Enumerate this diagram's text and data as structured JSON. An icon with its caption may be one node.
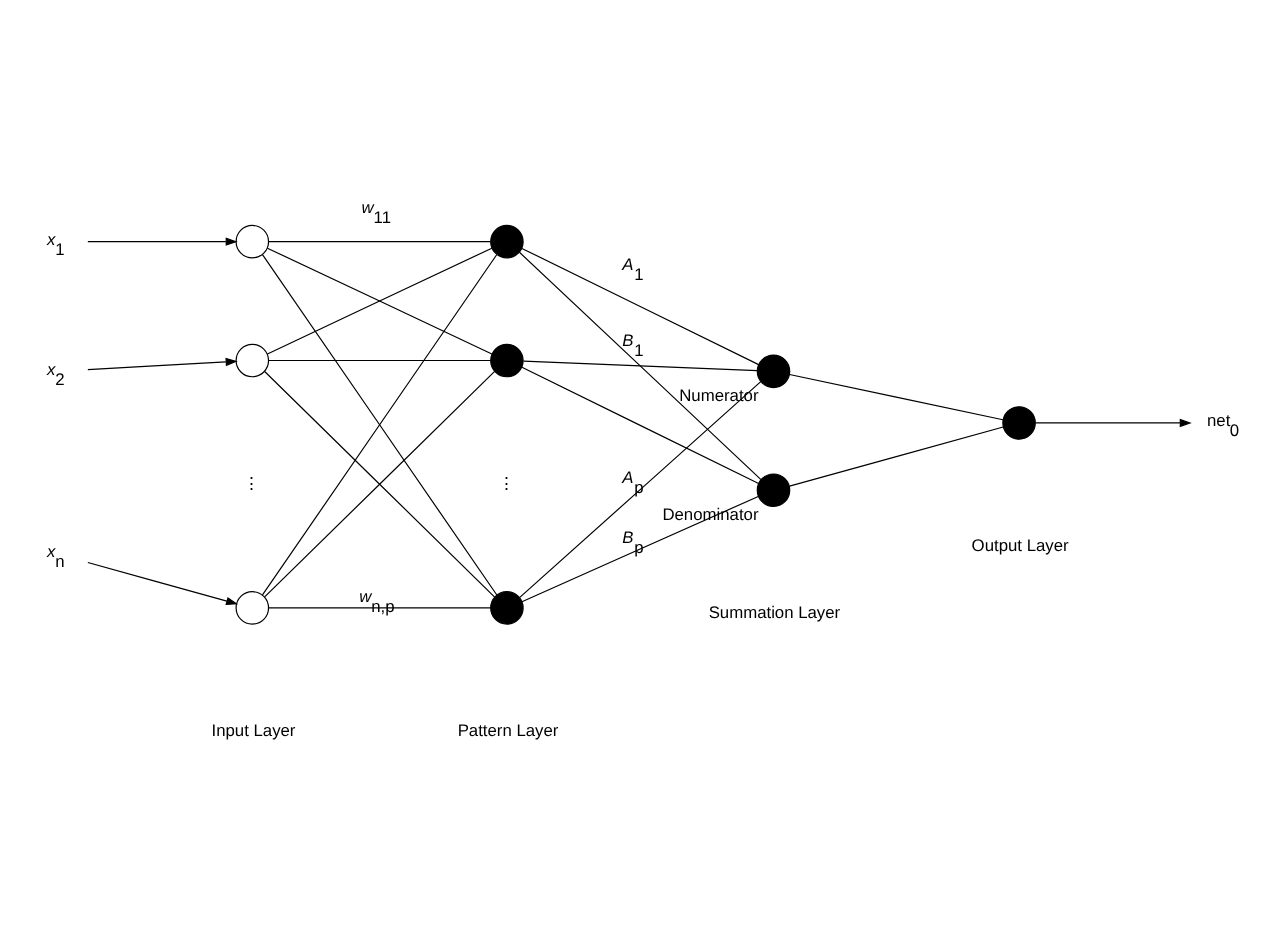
{
  "diagram": {
    "nodes": [
      {
        "text": [
          "*x*$_{1}$"
        ]
      },
      {
        "text": [
          "*x*$_{2}$"
        ]
      },
      {
        "text": [
          "*x*$_{n}$"
        ]
      },
      {
        "text": [],
        "shape": "circle"
      },
      {
        "text": [],
        "shape": "circle"
      },
      {
        "text": [],
        "shape": "circle"
      },
      {
        "text": [],
        "shape": "circle"
      },
      {
        "text": [],
        "shape": "circle"
      },
      {
        "text": [],
        "shape": "circle"
      },
      {
        "text": [],
        "shape": "circle",
        "beside": [
          "Numerator"
        ]
      },
      {
        "text": [],
        "shape": "circle",
        "beside": [
          "Denominator"
        ]
      },
      {
        "text": [],
        "shape": "circle"
      },
      {
        "text": [
          "net$_{0}$"
        ]
      }
    ],
    "edges": [
      {
        "from": 0,
        "to": 3,
        "arrow": "to"
      },
      {
        "from": 1,
        "to": 4,
        "arrow": "to"
      },
      {
        "from": 2,
        "to": 5,
        "arrow": "to"
      },
      {
        "from": 3,
        "to": 6,
        "arrow": "none",
        "label": "*w*$_{11}$"
      },
      {
        "from": 3,
        "to": 7,
        "arrow": "none"
      },
      {
        "from": 3,
        "to": 8,
        "arrow": "none"
      },
      {
        "from": 4,
        "to": 6,
        "arrow": "none"
      },
      {
        "from": 4,
        "to": 7,
        "arrow": "none"
      },
      {
        "from": 4,
        "to": 8,
        "arrow": "none"
      },
      {
        "from": 5,
        "to": 6,
        "arrow": "none"
      },
      {
        "from": 5,
        "to": 7,
        "arrow": "none"
      },
      {
        "from": 5,
        "to": 8,
        "arrow": "none",
        "label": "*w*$_{n,p}$"
      },
      {
        "from": 6,
        "to": 9,
        "arrow": "none",
        "label": "*A*$_{1}$"
      },
      {
        "from": 6,
        "to": 10,
        "arrow": "none",
        "label": "*B*$_{1}$"
      },
      {
        "from": 7,
        "to": 9,
        "arrow": "none"
      },
      {
        "from": 7,
        "to": 10,
        "arrow": "none"
      },
      {
        "from": 8,
        "to": 9,
        "arrow": "none",
        "label": "*A*$_{p}$"
      },
      {
        "from": 8,
        "to": 10,
        "arrow": "none",
        "label": "*B*$_{p}$"
      },
      {
        "from": 9,
        "to": 11,
        "arrow": "none"
      },
      {
        "from": 10,
        "to": 11,
        "arrow": "none"
      },
      {
        "from": 11,
        "to": 12,
        "arrow": "to"
      }
    ],
    "labels": [
      "⋮",
      "⋮",
      "Input Layer",
      "Pattern Layer",
      "Summation Layer",
      "Output Layer"
    ]
  }
}
